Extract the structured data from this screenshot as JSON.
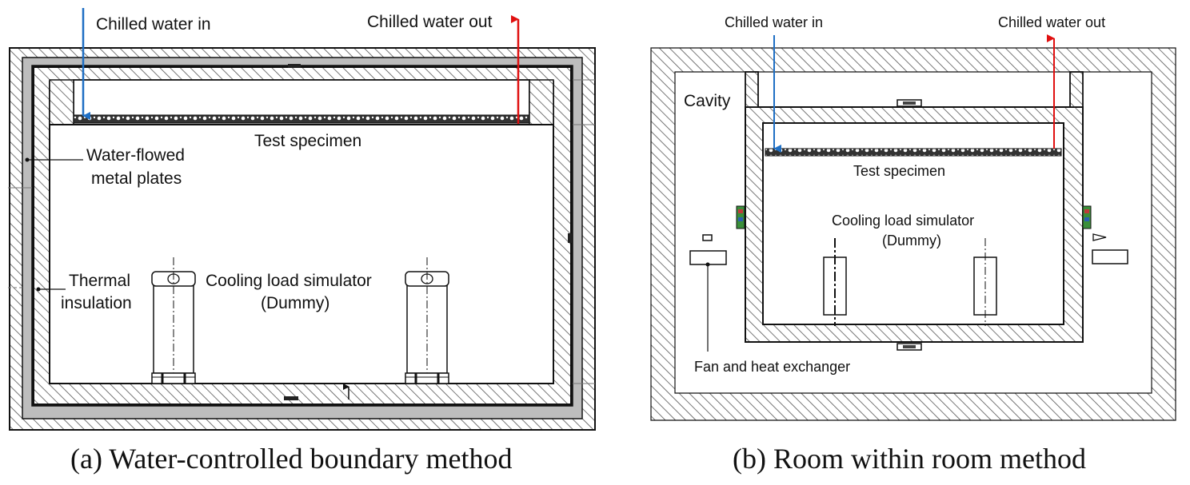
{
  "panel_a": {
    "chilled_in": "Chilled water in",
    "chilled_out": "Chilled water out",
    "test_specimen": "Test specimen",
    "plates_line1": "Water-flowed",
    "plates_line2": "metal plates",
    "insulation_line1": "Thermal",
    "insulation_line2": "insulation",
    "simulator_line1": "Cooling load simulator",
    "simulator_line2": "(Dummy)",
    "caption": "(a) Water-controlled boundary method"
  },
  "panel_b": {
    "chilled_in": "Chilled water in",
    "chilled_out": "Chilled water out",
    "cavity": "Cavity",
    "test_specimen": "Test specimen",
    "simulator_line1": "Cooling load simulator",
    "simulator_line2": "(Dummy)",
    "fan": "Fan and heat exchanger",
    "caption": "(b) Room within room method"
  },
  "colors": {
    "inlet_arrow": "#1f6fc4",
    "outlet_arrow": "#e01010",
    "hatch": "#555555",
    "line": "#111111"
  }
}
